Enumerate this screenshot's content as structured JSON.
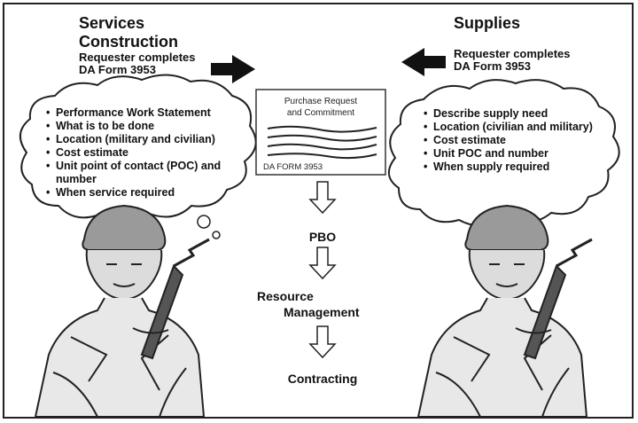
{
  "left": {
    "title_line1": "Services",
    "title_line2": "Construction",
    "sub_line1": "Requester completes",
    "sub_line2": "DA Form 3953",
    "items": [
      "Performance Work Statement",
      "What is to be done",
      "Location (military and civilian)",
      "Cost estimate",
      "Unit point of contact (POC) and number",
      "When service required"
    ]
  },
  "right": {
    "title": "Supplies",
    "sub_line1": "Requester completes",
    "sub_line2": "DA Form 3953",
    "items": [
      "Describe supply need",
      "Location (civilian and military)",
      "Cost estimate",
      "Unit POC and number",
      "When supply required"
    ]
  },
  "document": {
    "title_line1": "Purchase Request",
    "title_line2": "and Commitment",
    "form_label": "DA FORM 3953"
  },
  "flow": {
    "step1": "PBO",
    "step2_line1": "Resource",
    "step2_line2": "Management",
    "step3": "Contracting"
  }
}
